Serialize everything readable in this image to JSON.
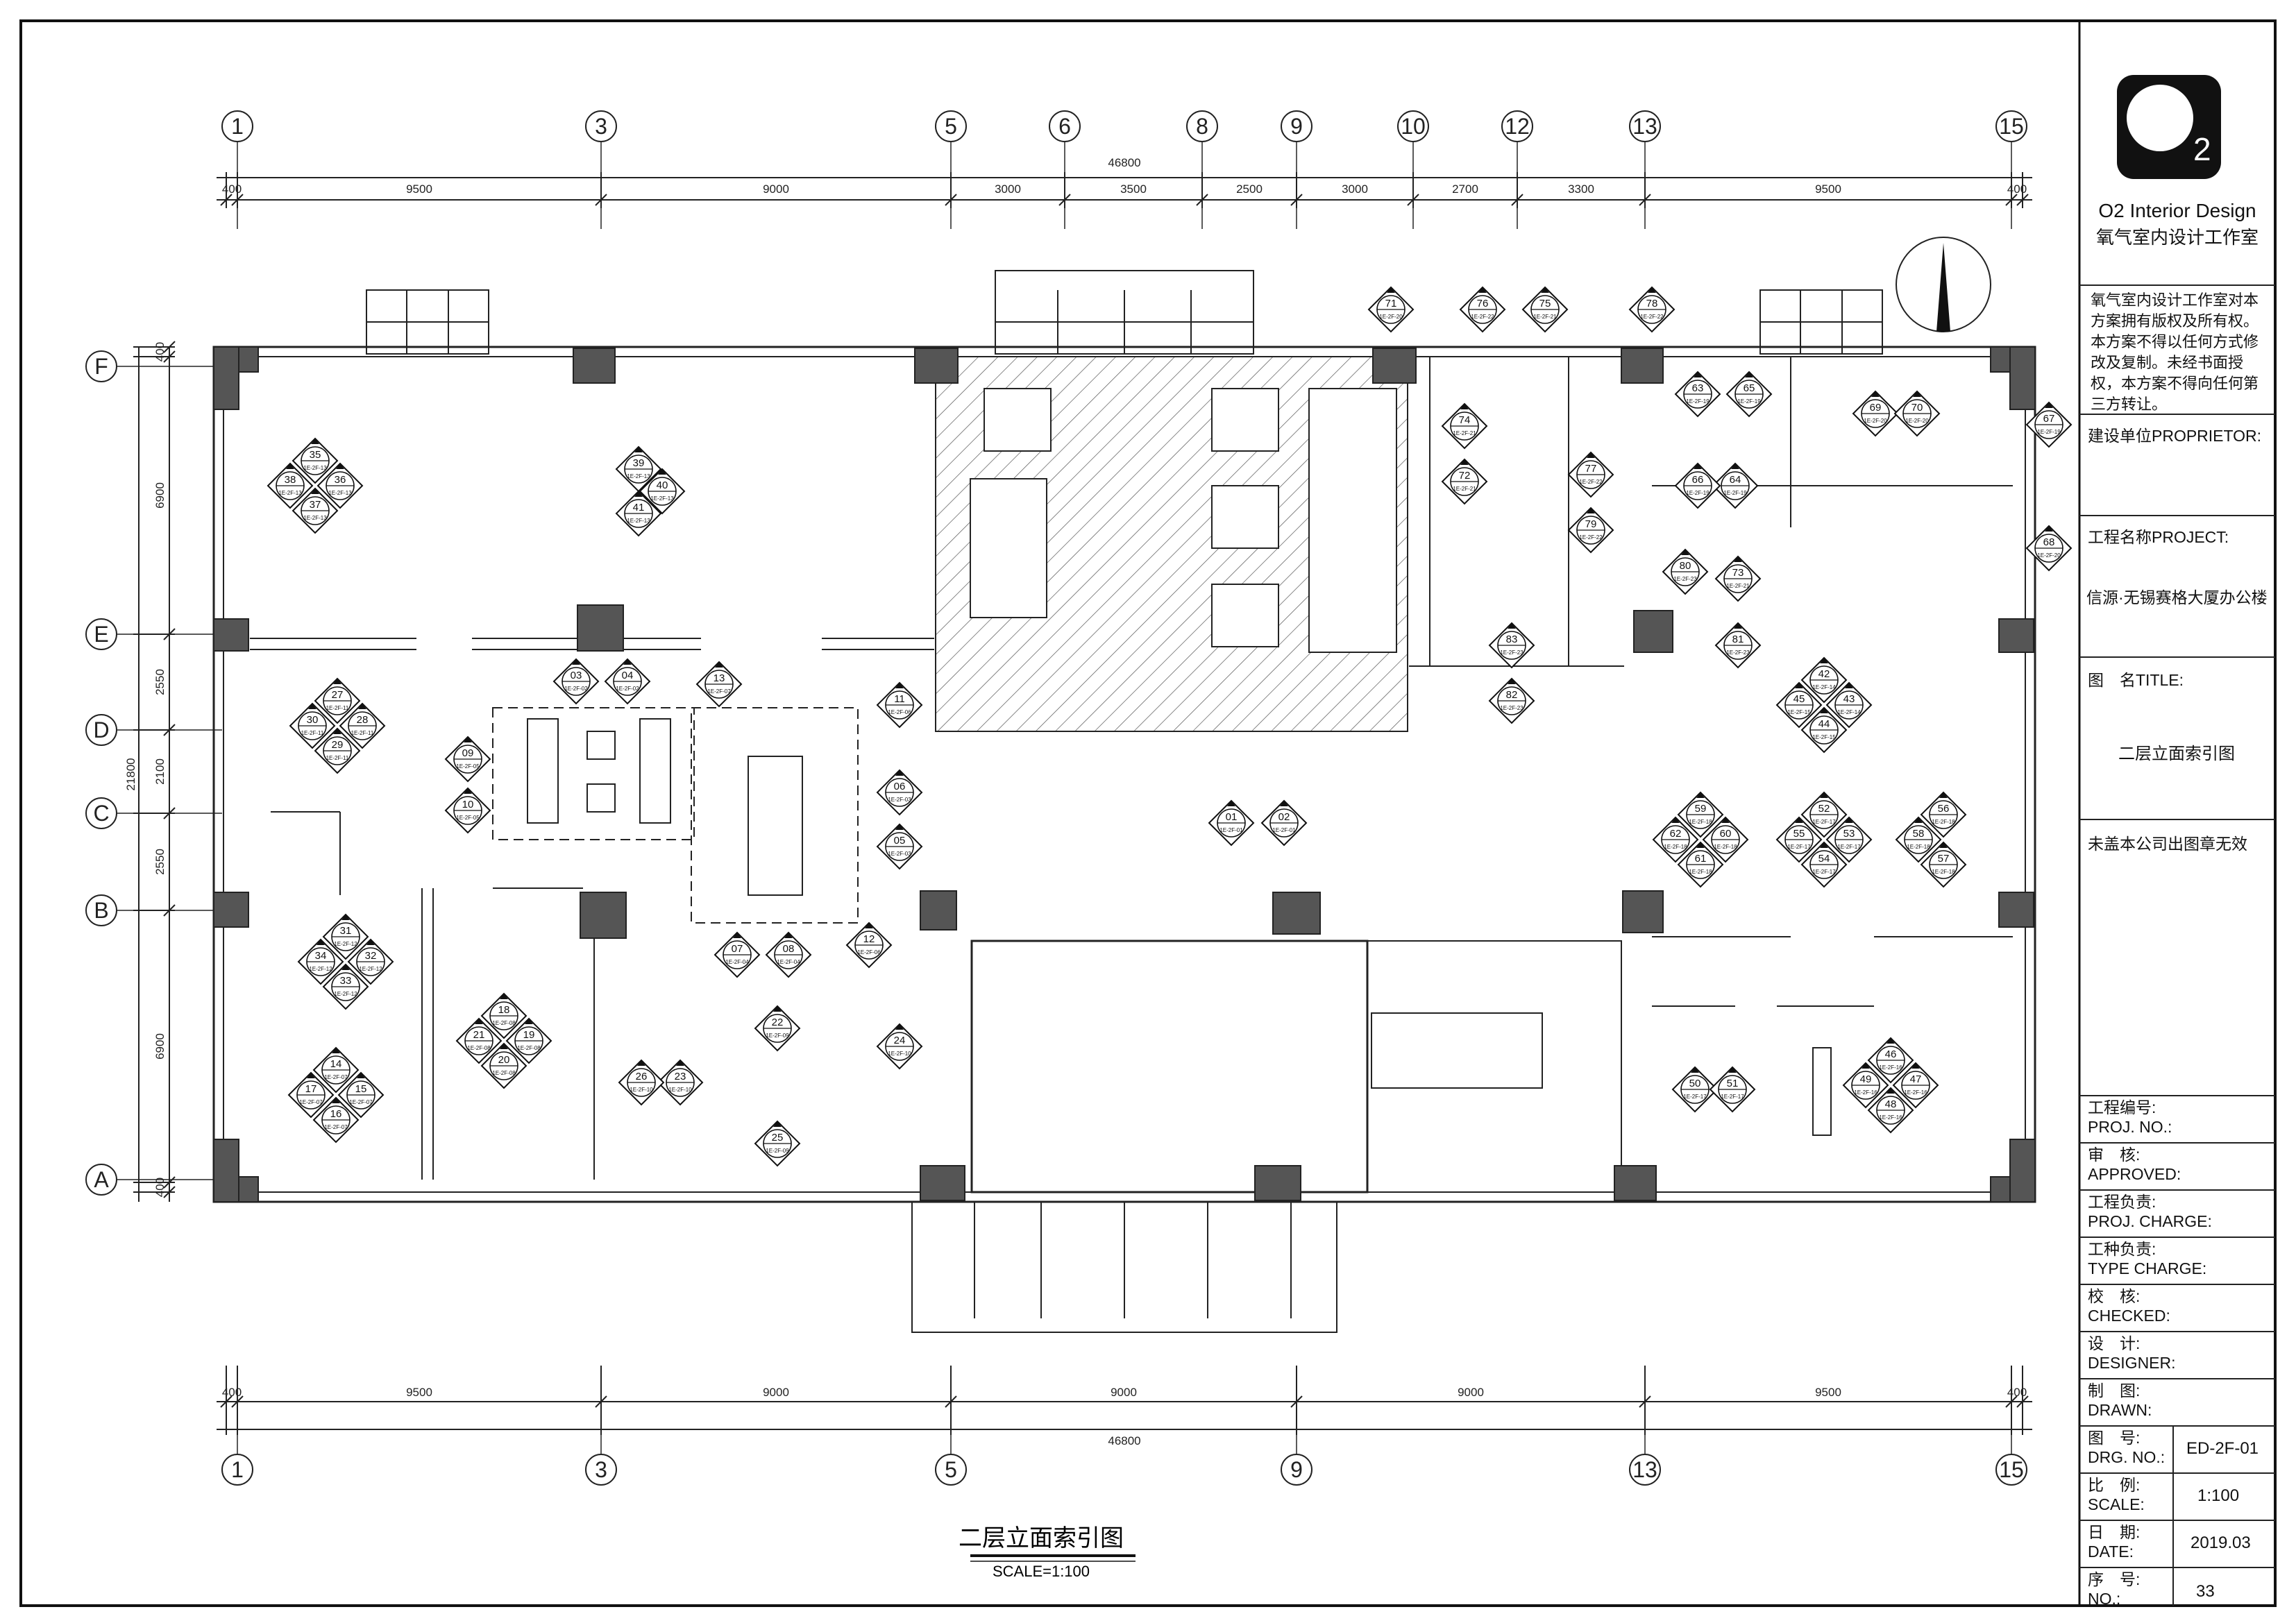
{
  "drawing": {
    "title": "二层立面索引图",
    "scale_label": "SCALE=1:100"
  },
  "grid": {
    "columns_top": [
      "1",
      "3",
      "5",
      "6",
      "8",
      "9",
      "10",
      "12",
      "13",
      "15"
    ],
    "columns_bottom": [
      "1",
      "3",
      "5",
      "9",
      "13",
      "15"
    ],
    "rows": [
      "F",
      "E",
      "D",
      "C",
      "B",
      "A"
    ]
  },
  "dimensions": {
    "top_total": "46800",
    "top_segments": [
      "400",
      "9500",
      "9000",
      "3000",
      "3500",
      "2500",
      "3000",
      "2700",
      "3300",
      "9500",
      "400"
    ],
    "bottom_total": "46800",
    "bottom_segments": [
      "400",
      "9500",
      "9000",
      "9000",
      "9000",
      "9500",
      "400"
    ],
    "left_total": "21800",
    "left_segments": [
      "400",
      "6900",
      "2550",
      "2100",
      "2550",
      "6900",
      "400"
    ]
  },
  "elevation_markers": [
    {
      "n": "01",
      "r": "1E-2F-01"
    },
    {
      "n": "02",
      "r": "1E-2F-01"
    },
    {
      "n": "03",
      "r": "1E-2F-02"
    },
    {
      "n": "04",
      "r": "1E-2F-02"
    },
    {
      "n": "05",
      "r": "1E-2F-03"
    },
    {
      "n": "06",
      "r": "1E-2F-03"
    },
    {
      "n": "07",
      "r": "1E-2F-04"
    },
    {
      "n": "08",
      "r": "1E-2F-04"
    },
    {
      "n": "09",
      "r": "1E-2F-05"
    },
    {
      "n": "10",
      "r": "1E-2F-05"
    },
    {
      "n": "11",
      "r": "1E-2F-06"
    },
    {
      "n": "12",
      "r": "1E-2F-06"
    },
    {
      "n": "13",
      "r": "1E-2F-07"
    },
    {
      "n": "14",
      "r": "1E-2F-07"
    },
    {
      "n": "15",
      "r": "1E-2F-07"
    },
    {
      "n": "16",
      "r": "1E-2F-07"
    },
    {
      "n": "17",
      "r": "1E-2F-07"
    },
    {
      "n": "18",
      "r": "1E-2F-08"
    },
    {
      "n": "19",
      "r": "1E-2F-08"
    },
    {
      "n": "20",
      "r": "1E-2F-08"
    },
    {
      "n": "21",
      "r": "1E-2F-08"
    },
    {
      "n": "22",
      "r": "1E-2F-09"
    },
    {
      "n": "23",
      "r": "1E-2F-10"
    },
    {
      "n": "24",
      "r": "1E-2F-10"
    },
    {
      "n": "25",
      "r": "1E-2F-09"
    },
    {
      "n": "26",
      "r": "1E-2F-10"
    },
    {
      "n": "27",
      "r": "1E-2F-11"
    },
    {
      "n": "28",
      "r": "1E-2F-11"
    },
    {
      "n": "29",
      "r": "1E-2F-11"
    },
    {
      "n": "30",
      "r": "1E-2F-11"
    },
    {
      "n": "31",
      "r": "1E-2F-12"
    },
    {
      "n": "32",
      "r": "1E-2F-12"
    },
    {
      "n": "33",
      "r": "1E-2F-12"
    },
    {
      "n": "34",
      "r": "1E-2F-12"
    },
    {
      "n": "35",
      "r": "1E-2F-13"
    },
    {
      "n": "36",
      "r": "1E-2F-13"
    },
    {
      "n": "37",
      "r": "1E-2F-13"
    },
    {
      "n": "38",
      "r": "1E-2F-13"
    },
    {
      "n": "39",
      "r": "1E-2F-13"
    },
    {
      "n": "40",
      "r": "1E-2F-13"
    },
    {
      "n": "41",
      "r": "1E-2F-13"
    },
    {
      "n": "42",
      "r": "1E-2F-14"
    },
    {
      "n": "43",
      "r": "1E-2F-14"
    },
    {
      "n": "44",
      "r": "1E-2F-15"
    },
    {
      "n": "45",
      "r": "1E-2F-15"
    },
    {
      "n": "46",
      "r": "1E-2F-16"
    },
    {
      "n": "47",
      "r": "1E-2F-16"
    },
    {
      "n": "48",
      "r": "1E-2F-16"
    },
    {
      "n": "49",
      "r": "1E-2F-16"
    },
    {
      "n": "50",
      "r": "1E-2F-17"
    },
    {
      "n": "51",
      "r": "1E-2F-17"
    },
    {
      "n": "52",
      "r": "1E-2F-17"
    },
    {
      "n": "53",
      "r": "1E-2F-17"
    },
    {
      "n": "54",
      "r": "1E-2F-17"
    },
    {
      "n": "55",
      "r": "1E-2F-17"
    },
    {
      "n": "56",
      "r": "1E-2F-18"
    },
    {
      "n": "57",
      "r": "1E-2F-18"
    },
    {
      "n": "58",
      "r": "1E-2F-18"
    },
    {
      "n": "59",
      "r": "1E-2F-18"
    },
    {
      "n": "60",
      "r": "1E-2F-18"
    },
    {
      "n": "61",
      "r": "1E-2F-18"
    },
    {
      "n": "62",
      "r": "1E-2F-18"
    },
    {
      "n": "63",
      "r": "1E-2F-19"
    },
    {
      "n": "64",
      "r": "1E-2F-19"
    },
    {
      "n": "65",
      "r": "1E-2F-19"
    },
    {
      "n": "66",
      "r": "1E-2F-19"
    },
    {
      "n": "67",
      "r": "1E-2F-19"
    },
    {
      "n": "68",
      "r": "1E-2F-20"
    },
    {
      "n": "69",
      "r": "1E-2F-20"
    },
    {
      "n": "70",
      "r": "1E-2F-20"
    },
    {
      "n": "71",
      "r": "1E-2F-20"
    },
    {
      "n": "72",
      "r": "1E-2F-21"
    },
    {
      "n": "73",
      "r": "1E-2F-21"
    },
    {
      "n": "74",
      "r": "1E-2F-21"
    },
    {
      "n": "75",
      "r": "1E-2F-21"
    },
    {
      "n": "76",
      "r": "1E-2F-22"
    },
    {
      "n": "77",
      "r": "1E-2F-22"
    },
    {
      "n": "78",
      "r": "1E-2F-22"
    },
    {
      "n": "79",
      "r": "1E-2F-22"
    },
    {
      "n": "80",
      "r": "1E-2F-23"
    },
    {
      "n": "81",
      "r": "1E-2F-23"
    },
    {
      "n": "82",
      "r": "1E-2F-23"
    },
    {
      "n": "83",
      "r": "1E-2F-23"
    }
  ],
  "title_block": {
    "logo_letter": "O",
    "logo_sub": "2",
    "brand_en": "O2 Interior Design",
    "brand_cn": "氧气室内设计工作室",
    "copyright_note": "氧气室内设计工作室对本方案拥有版权及所有权。本方案不得以任何方式修改及复制。未经书面授权，本方案不得向任何第三方转让。",
    "proprietor_label": "建设单位PROPRIETOR:",
    "project_label": "工程名称PROJECT:",
    "project_value": "信源·无锡赛格大厦办公楼",
    "title_label": "图　名TITLE:",
    "title_value": "二层立面索引图",
    "stamp_note": "未盖本公司出图章无效",
    "proj_no_label": "工程编号:\nPROJ. NO.:",
    "approved_label": "审　核:\nAPPROVED:",
    "proj_charge_label": "工程负责:\nPROJ. CHARGE:",
    "type_charge_label": "工种负责:\nTYPE CHARGE:",
    "checked_label": "校　核:\nCHECKED:",
    "designer_label": "设　计:\nDESIGNER:",
    "drawn_label": "制　图:\nDRAWN:",
    "drg_no_label": "图　号:\nDRG. NO.:",
    "drg_no_value": "ED-2F-01",
    "scale_label": "比　例:\nSCALE:",
    "scale_value": "1:100",
    "date_label": "日　期:\nDATE:",
    "date_value": "2019.03",
    "seq_label": "序　号:\nNO.:",
    "seq_value": "33"
  }
}
